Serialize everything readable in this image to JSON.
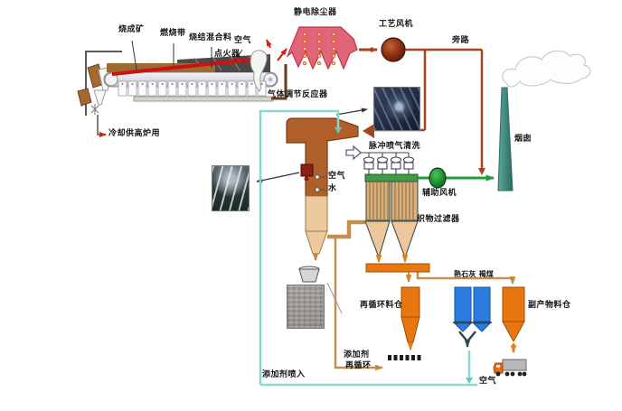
{
  "diagram": {
    "title_hidden": "",
    "labels": {
      "sinter_ore": "烧成矿",
      "combustion_zone": "燃烧带",
      "sinter_mix": "烧结混合料",
      "air_top": "空气",
      "igniter": "点火器",
      "esp": "静电除尘器",
      "process_fan": "工艺风机",
      "bypass": "旁路",
      "gas_conditioning_reactor": "气体调节反应器",
      "cooling_note": "冷却供高炉用",
      "pulse_jet_cleaning": "脉冲喷气清洗",
      "aux_fan": "辅助风机",
      "fabric_filter": "织物过滤器",
      "stack": "烟囱",
      "air_duct": "空气",
      "water": "水",
      "recycle_silo": "再循环料仓",
      "lime_coal": "熟石灰 褐煤",
      "byproduct_silo": "副产物料仓",
      "additive_line1": "添加剂",
      "additive_line2": "再循环",
      "additive_injection": "添加剂喷入",
      "air_bottom": "空气"
    },
    "colors": {
      "pipe_brown": "#a5441f",
      "duct_fill": "#b05f2a",
      "tan_pipe": "#c78f4e",
      "clean_gas_green": "#1f9e3f",
      "additive_cyan": "#8ad8d2",
      "silo_orange": "#e87710",
      "additive_blue": "#2b7de0",
      "esp_pink": "#e06677",
      "chimney_teal": "#4a9488",
      "combustion_red": "#cc1111"
    }
  }
}
